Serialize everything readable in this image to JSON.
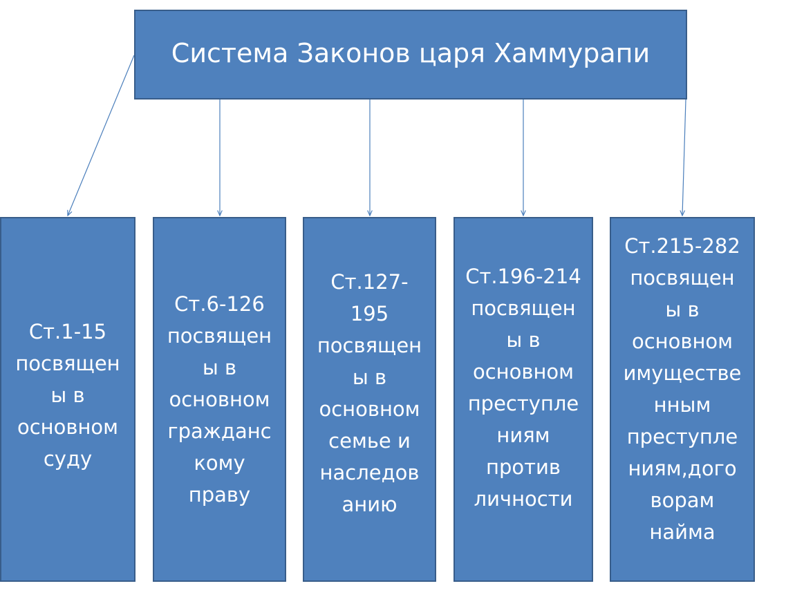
{
  "diagram": {
    "title": "Система Законов царя Хаммурапи",
    "children": [
      {
        "label": "Ст.1-15\nпосвящен\nы в\nосновном\nсуду"
      },
      {
        "label": "Ст.6-126\nпосвящен\nы в\nосновном\nгражданс\nкому\nправу"
      },
      {
        "label": "Ст.127-\n195\nпосвящен\nы в\nосновном\nсемье и\nнаследов\nанию"
      },
      {
        "label": "Ст.196-214\nпосвящен\nы в\nосновном\nпреступле\nниям\nпротив\nличности"
      },
      {
        "label": "Ст.215-282\nпосвящен\nы в\nосновном\nимуществе\nнным\nпреступле\nниям,дого\nворам\nнайма"
      }
    ],
    "colors": {
      "box_fill": "#4f81bd",
      "box_border": "#385d8a",
      "connector": "#4a7ebb",
      "text": "#ffffff"
    }
  }
}
